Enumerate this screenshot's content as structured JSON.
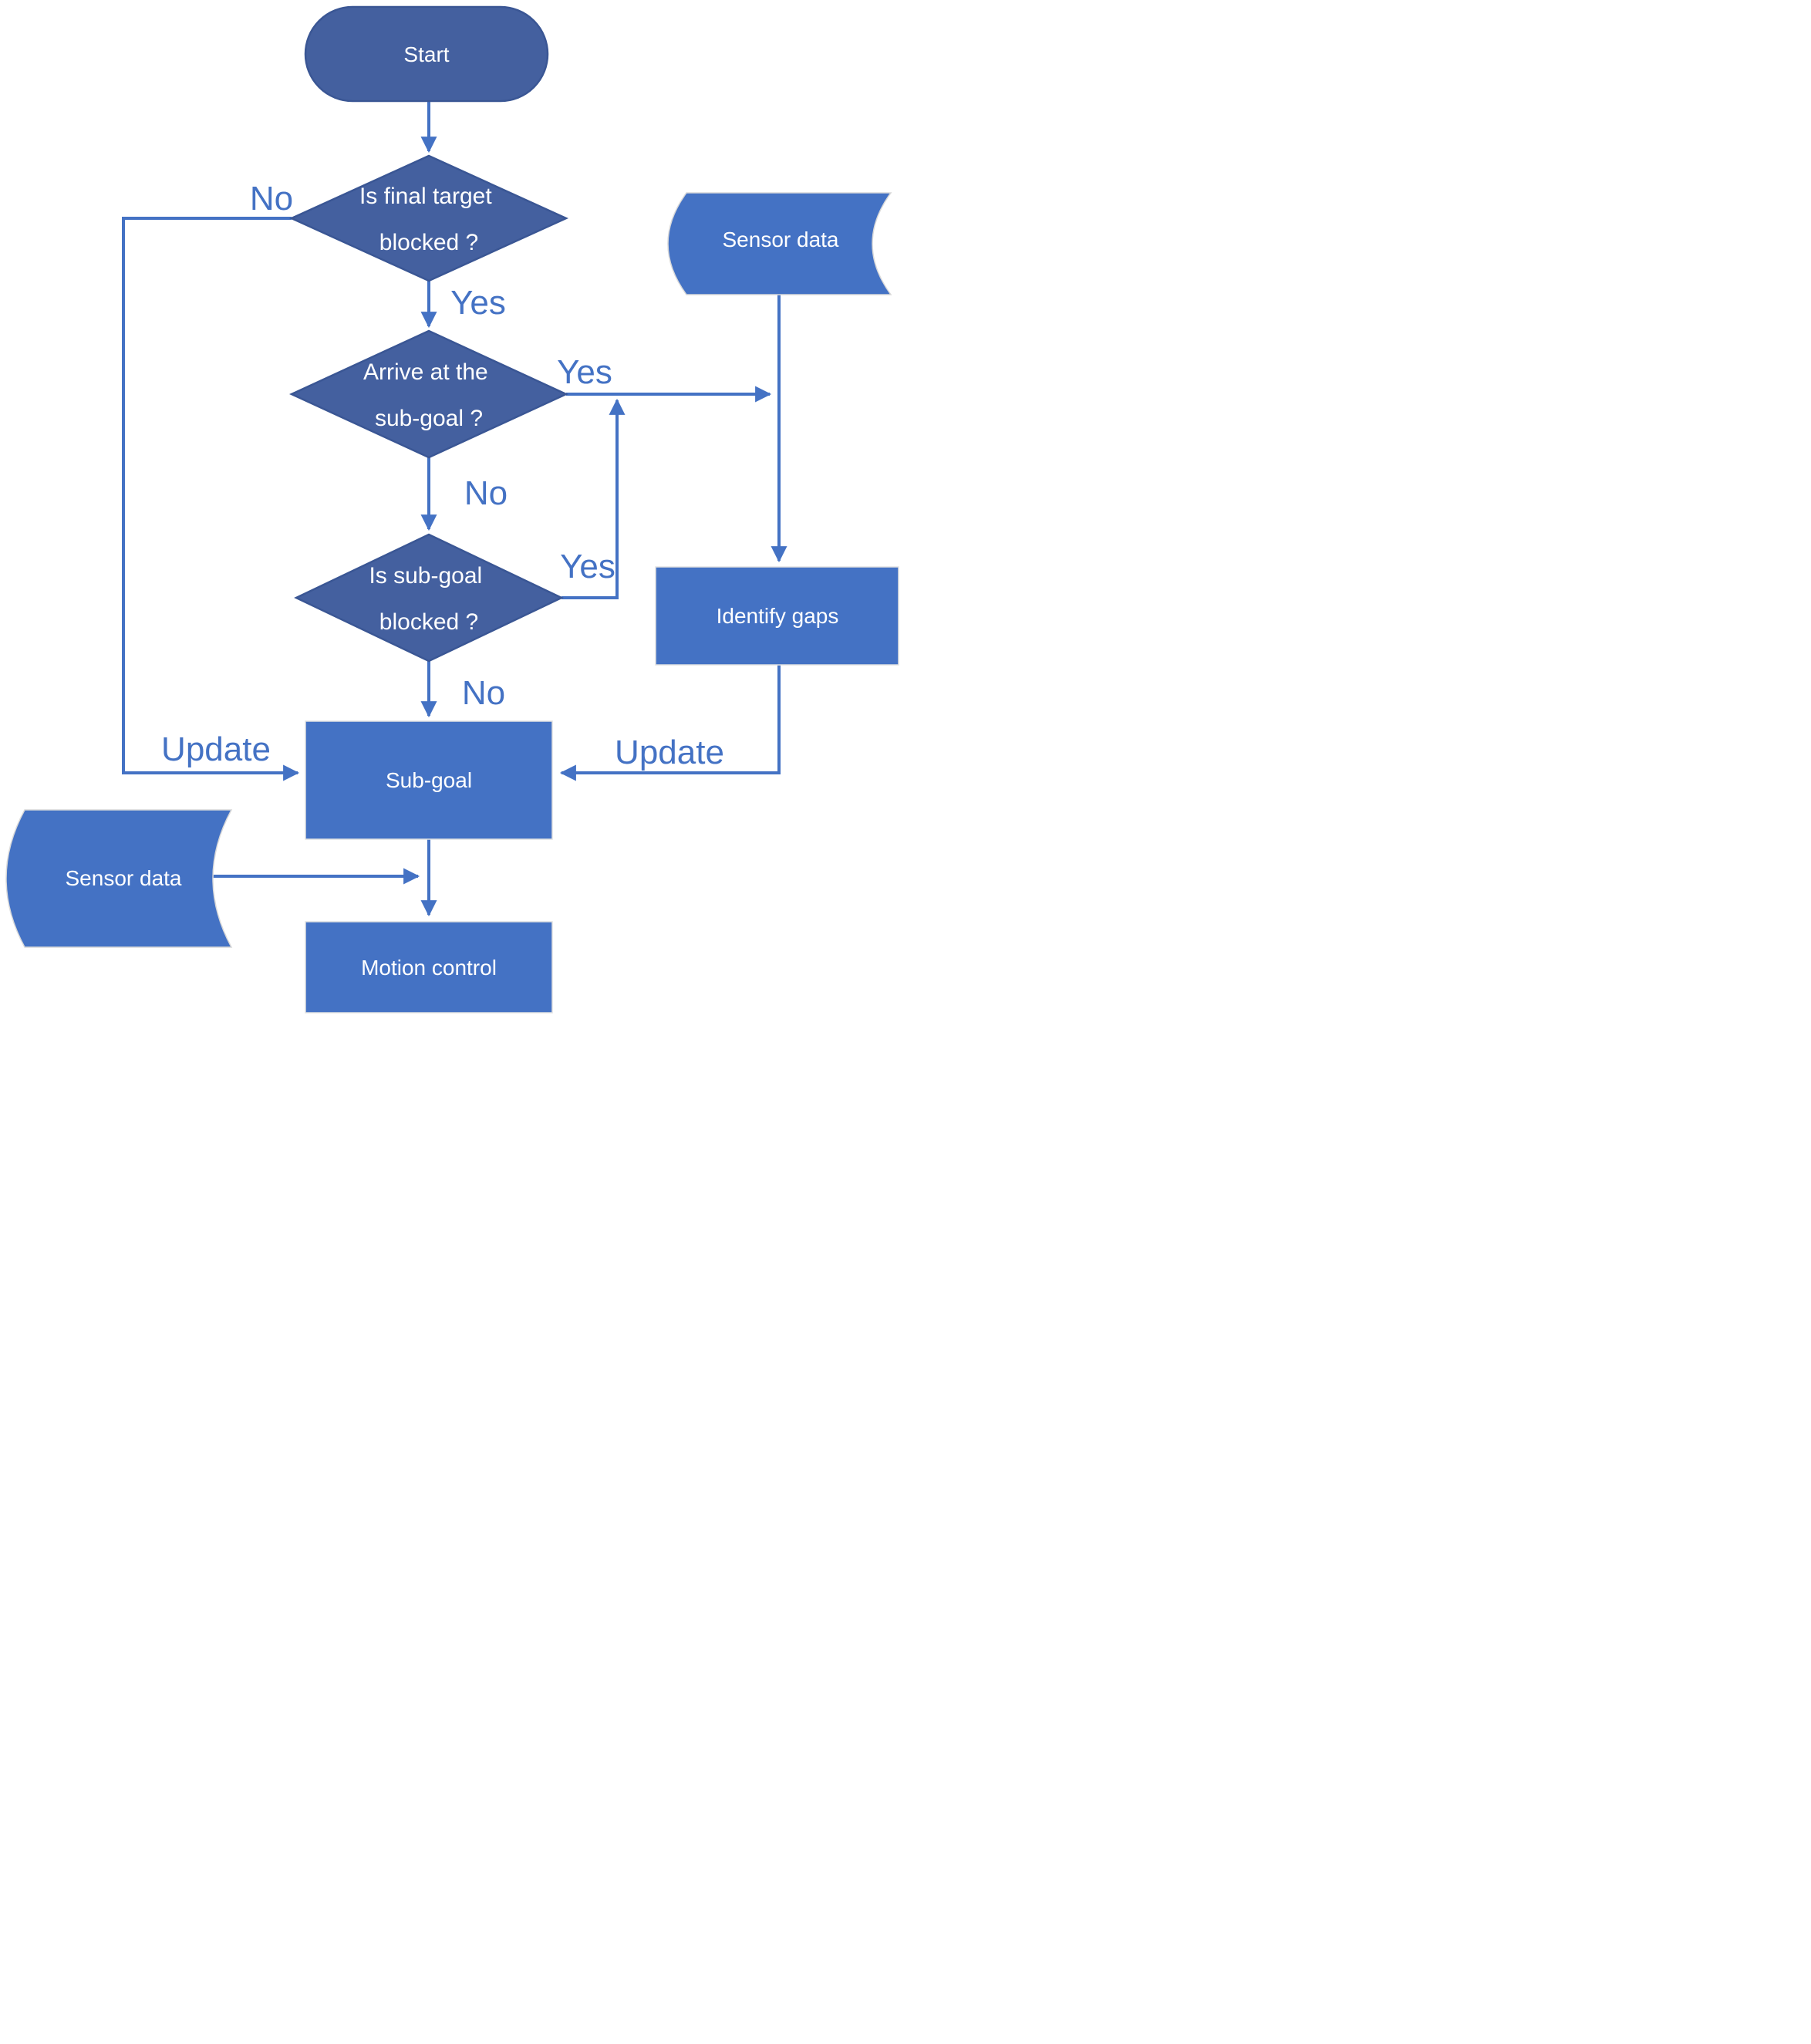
{
  "diagram": {
    "type": "flowchart",
    "background": "#ffffff",
    "colors": {
      "decision_fill": "#44609f",
      "decision_border": "#3a5694",
      "process_fill": "#4472c4",
      "process_border": "#e2e2e2",
      "connector": "#4472c4",
      "edge_label_color": "#4472c4",
      "node_text_color": "#ffffff"
    },
    "nodes": {
      "start": {
        "type": "terminator",
        "label": "Start"
      },
      "final_target_blocked": {
        "type": "decision",
        "line1": "Is final target",
        "line2": "blocked ?"
      },
      "arrive_sub_goal": {
        "type": "decision",
        "line1": "Arrive at the",
        "line2": "sub-goal ?"
      },
      "sub_goal_blocked": {
        "type": "decision",
        "line1": "Is sub-goal",
        "line2": "blocked ?"
      },
      "sensor_data_top": {
        "type": "stored-data",
        "label": "Sensor data"
      },
      "identify_gaps": {
        "type": "process",
        "label": "Identify gaps"
      },
      "sub_goal": {
        "type": "process",
        "label": "Sub-goal"
      },
      "sensor_data_bottom": {
        "type": "stored-data",
        "label": "Sensor data"
      },
      "motion_control": {
        "type": "process",
        "label": "Motion control"
      }
    },
    "edge_labels": {
      "no1": "No",
      "yes1": "Yes",
      "yes2": "Yes",
      "no2": "No",
      "yes3": "Yes",
      "no3": "No",
      "update_left": "Update",
      "update_right": "Update"
    },
    "edges": [
      {
        "from": "start",
        "to": "final_target_blocked",
        "label": ""
      },
      {
        "from": "final_target_blocked",
        "to": "sub_goal",
        "label": "No",
        "note": "Update"
      },
      {
        "from": "final_target_blocked",
        "to": "arrive_sub_goal",
        "label": "Yes"
      },
      {
        "from": "arrive_sub_goal",
        "to": "identify_gaps",
        "label": "Yes"
      },
      {
        "from": "arrive_sub_goal",
        "to": "sub_goal_blocked",
        "label": "No"
      },
      {
        "from": "sub_goal_blocked",
        "to": "identify_gaps",
        "label": "Yes"
      },
      {
        "from": "sub_goal_blocked",
        "to": "sub_goal",
        "label": "No"
      },
      {
        "from": "sensor_data_top",
        "to": "identify_gaps",
        "label": ""
      },
      {
        "from": "identify_gaps",
        "to": "sub_goal",
        "label": "Update"
      },
      {
        "from": "sub_goal",
        "to": "motion_control",
        "label": ""
      },
      {
        "from": "sensor_data_bottom",
        "to": "motion_control",
        "label": ""
      }
    ]
  }
}
